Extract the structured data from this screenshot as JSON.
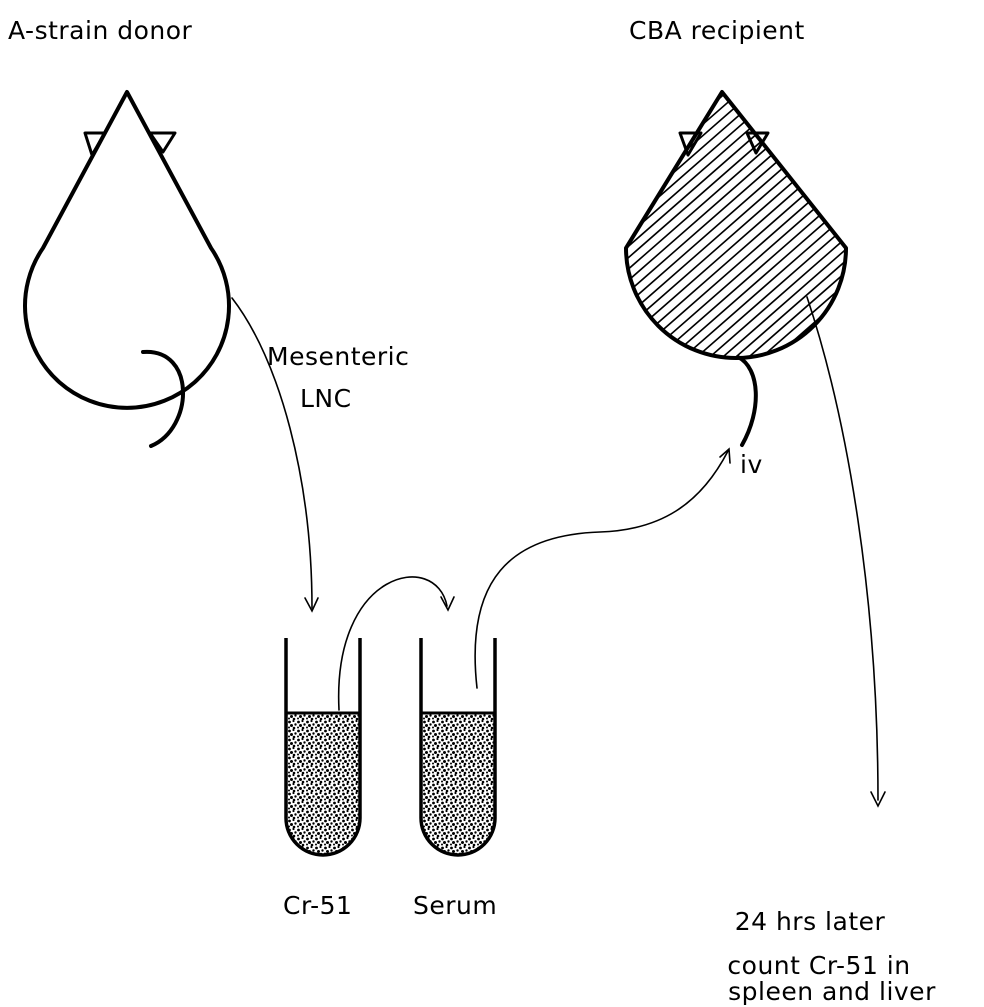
{
  "labels": {
    "donor": "A-strain donor",
    "recipient": "CBA recipient",
    "cells_line1": "Mesenteric",
    "cells_line2": "LNC",
    "route": "iv",
    "tube1": "Cr-51",
    "tube2": "Serum",
    "result_line1": "24 hrs later",
    "result_line2": "count Cr-51 in",
    "result_line3": "spleen and liver"
  }
}
